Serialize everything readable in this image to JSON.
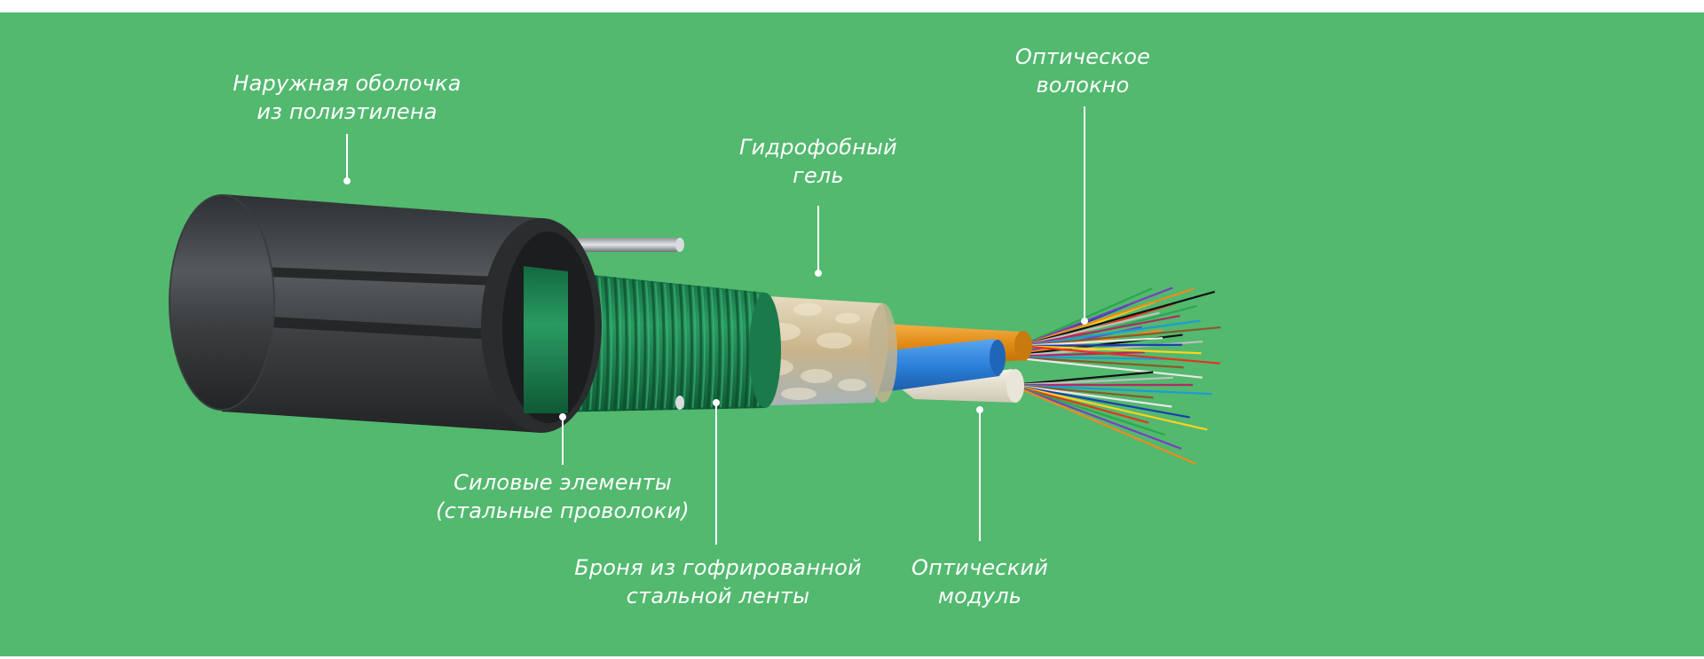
{
  "colors": {
    "background": "#52b96f",
    "sheath": "#3f4244",
    "armor": "#1f8a55",
    "gel": "#d8c8a0",
    "module_orange": "#e8921e",
    "module_blue": "#2a7fd8",
    "leader": "#ffffff"
  },
  "labels": {
    "outer_sheath": [
      "Наружная оболочка",
      "из полиэтилена"
    ],
    "strength_members": [
      "Силовые элементы",
      "(стальные проволоки)"
    ],
    "armor": [
      "Броня из гофрированной",
      "стальной ленты"
    ],
    "gel": [
      "Гидрофобный",
      "гель"
    ],
    "optical_module": [
      "Оптический",
      "модуль"
    ],
    "optical_fiber": [
      "Оптическое",
      "волокно"
    ]
  },
  "icons": [
    "cable-cross-section-illustration"
  ]
}
